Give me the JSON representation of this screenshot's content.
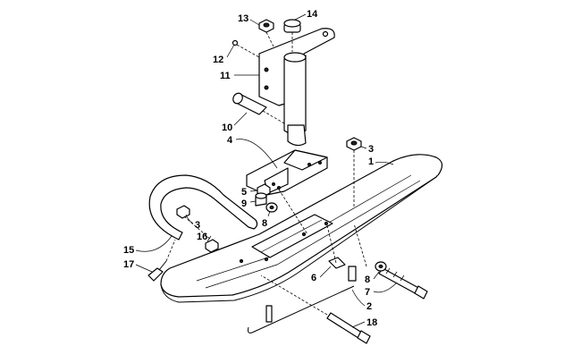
{
  "callouts": [
    {
      "id": "c13",
      "label": "13"
    },
    {
      "id": "c14",
      "label": "14"
    },
    {
      "id": "c12",
      "label": "12"
    },
    {
      "id": "c11",
      "label": "11"
    },
    {
      "id": "c10",
      "label": "10"
    },
    {
      "id": "c4",
      "label": "4"
    },
    {
      "id": "c3a",
      "label": "3"
    },
    {
      "id": "c1",
      "label": "1"
    },
    {
      "id": "c5",
      "label": "5"
    },
    {
      "id": "c9",
      "label": "9"
    },
    {
      "id": "c8a",
      "label": "8"
    },
    {
      "id": "c3b",
      "label": "3"
    },
    {
      "id": "c16",
      "label": "16"
    },
    {
      "id": "c15",
      "label": "15"
    },
    {
      "id": "c17",
      "label": "17"
    },
    {
      "id": "c6",
      "label": "6"
    },
    {
      "id": "c8b",
      "label": "8"
    },
    {
      "id": "c7",
      "label": "7"
    },
    {
      "id": "c2",
      "label": "2"
    },
    {
      "id": "c18",
      "label": "18"
    }
  ]
}
